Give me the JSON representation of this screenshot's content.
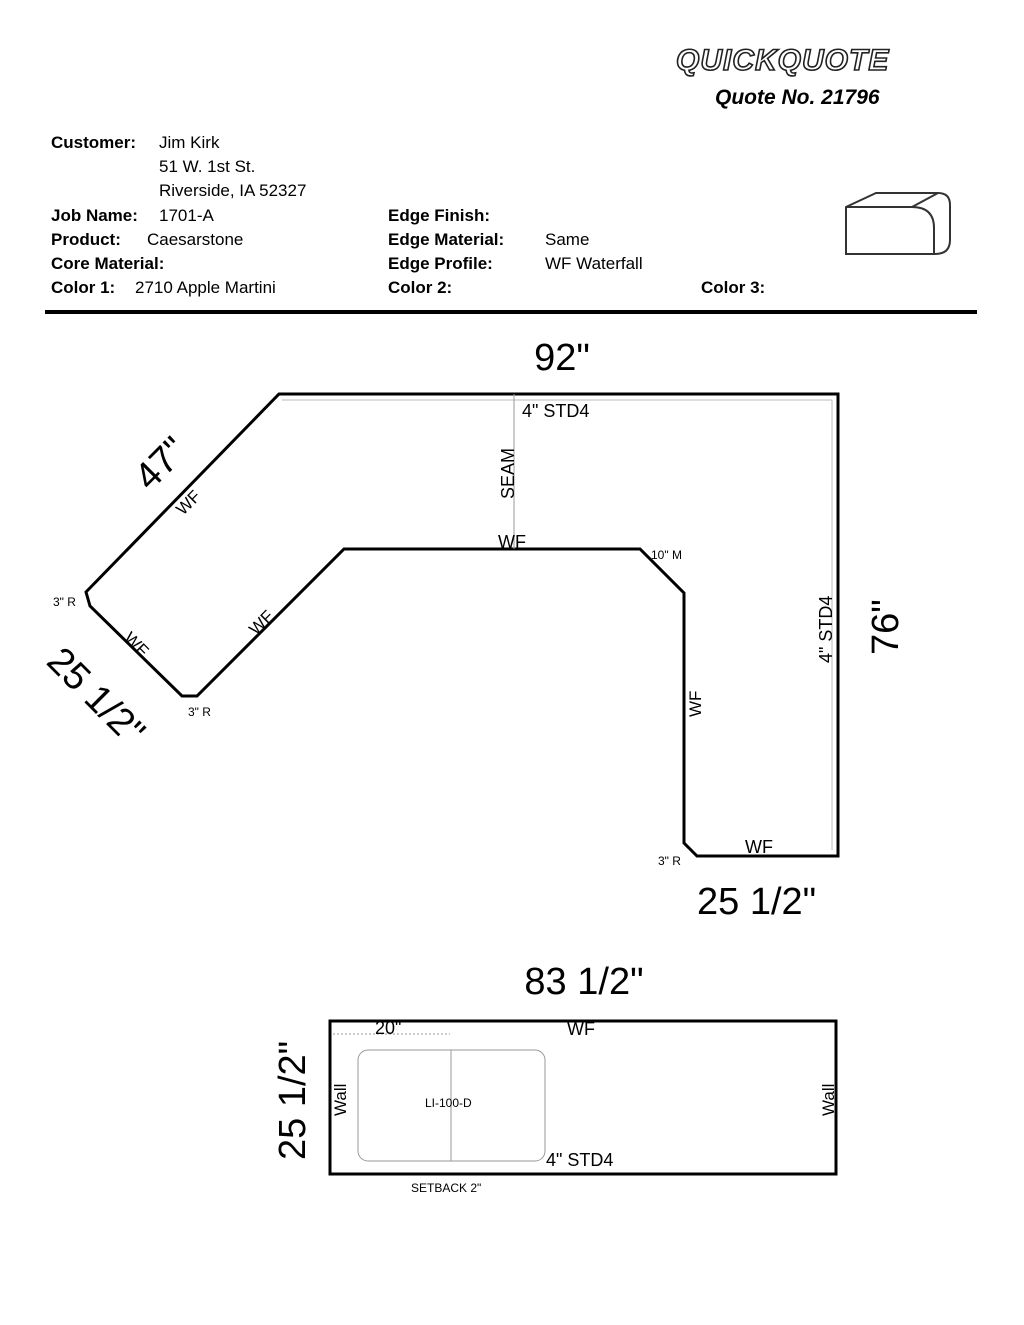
{
  "header": {
    "logo": "QUICKQUOTE",
    "quote_label": "Quote No.",
    "quote_number": "21796"
  },
  "customer": {
    "label": "Customer:",
    "name": "Jim Kirk",
    "address1": "51 W. 1st St.",
    "address2": "Riverside, IA  52327"
  },
  "fields": {
    "job_name_label": "Job Name:",
    "job_name": "1701-A",
    "product_label": "Product:",
    "product": "Caesarstone",
    "core_material_label": "Core Material:",
    "color1_label": "Color 1:",
    "color1": "2710 Apple Martini",
    "edge_finish_label": "Edge Finish:",
    "edge_material_label": "Edge Material:",
    "edge_material": "Same",
    "edge_profile_label": "Edge Profile:",
    "edge_profile": "WF Waterfall",
    "color2_label": "Color 2:",
    "color3_label": "Color 3:"
  },
  "drawing1": {
    "dim_top": "92\"",
    "dim_diag": "47\"",
    "dim_left": "25 1/2\"",
    "dim_right": "76\"",
    "dim_bottom": "25 1/2\"",
    "top_edge": "4\" STD4",
    "right_edge": "4\" STD4",
    "seam": "SEAM",
    "wf_inner_top": "WF",
    "wf_diag_outer": "WF",
    "wf_diag_inner": "WF",
    "wf_left_end": "WF",
    "wf_inner_vertical": "WF",
    "wf_bottom": "WF",
    "radius_left_top": "3\" R",
    "radius_left_bottom": "3\" R",
    "radius_bottom": "3\" R",
    "miter": "10\" M"
  },
  "drawing2": {
    "dim_top": "83 1/2\"",
    "dim_left": "25 1/2\"",
    "sink_offset": "20\"",
    "top_edge": "WF",
    "bottom_edge": "4\" STD4",
    "wall_left": "Wall",
    "wall_right": "Wall",
    "sink_model": "LI-100-D",
    "setback": "SETBACK 2\""
  }
}
